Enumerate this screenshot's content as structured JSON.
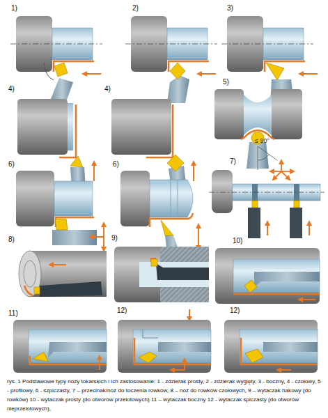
{
  "diagram": {
    "caption": "rys. 1 Podstawowe typy noży tokarskich i ich zastosowanie: 1 - zdzierak prosty, 2 - zdzierak wygięty, 3 - boczny, 4 - czołowy, 5 - profilowy, 6 - szpiczasty, 7 – przecinak/nóż do toczenia rowków, 8 – nóż do rowków czołowych, 9 – wytaczak hakowy (do rowków) 10 - wytaczak prosty (do otworów przelotowych) 11 – wytaczak boczny 12 - wytaczak spiczasty (do otworów nieprzelotowych),",
    "labels": [
      "1)",
      "2)",
      "3)",
      "4)",
      "4)",
      "5)",
      "≤ 90°",
      "6)",
      "6)",
      "7)",
      "8)",
      "9)",
      "10)",
      "11)",
      "12)",
      "12)"
    ]
  }
}
